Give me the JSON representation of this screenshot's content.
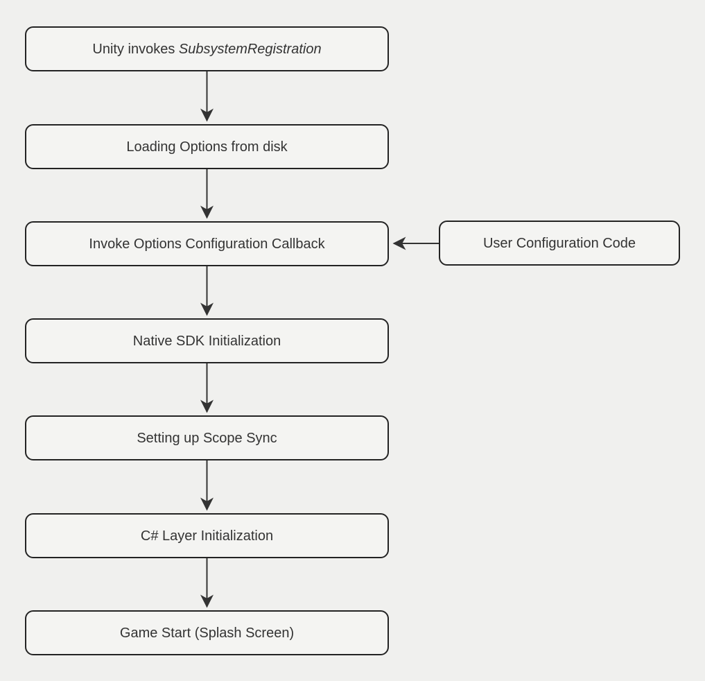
{
  "diagram": {
    "type": "flowchart",
    "direction": "top-down",
    "colors": {
      "background": "#f0f0ee",
      "node_fill": "#f4f4f2",
      "node_border": "#232323",
      "arrow": "#333333",
      "text": "#333333"
    },
    "nodes": [
      {
        "id": "subsystem-registration",
        "text": "Unity invokes ",
        "text_italic": "SubsystemRegistration"
      },
      {
        "id": "loading-options",
        "text": "Loading Options from disk"
      },
      {
        "id": "invoke-options-callback",
        "text": "Invoke Options Configuration Callback"
      },
      {
        "id": "native-sdk-init",
        "text": "Native SDK Initialization"
      },
      {
        "id": "scope-sync",
        "text": "Setting up Scope Sync"
      },
      {
        "id": "csharp-layer-init",
        "text": "C# Layer Initialization"
      },
      {
        "id": "game-start",
        "text": "Game Start (Splash Screen)"
      }
    ],
    "side_node": {
      "id": "user-configuration-code",
      "text": "User Configuration Code"
    },
    "edges": [
      {
        "from": "subsystem-registration",
        "to": "loading-options"
      },
      {
        "from": "loading-options",
        "to": "invoke-options-callback"
      },
      {
        "from": "user-configuration-code",
        "to": "invoke-options-callback"
      },
      {
        "from": "invoke-options-callback",
        "to": "native-sdk-init"
      },
      {
        "from": "native-sdk-init",
        "to": "scope-sync"
      },
      {
        "from": "scope-sync",
        "to": "csharp-layer-init"
      },
      {
        "from": "csharp-layer-init",
        "to": "game-start"
      }
    ]
  }
}
